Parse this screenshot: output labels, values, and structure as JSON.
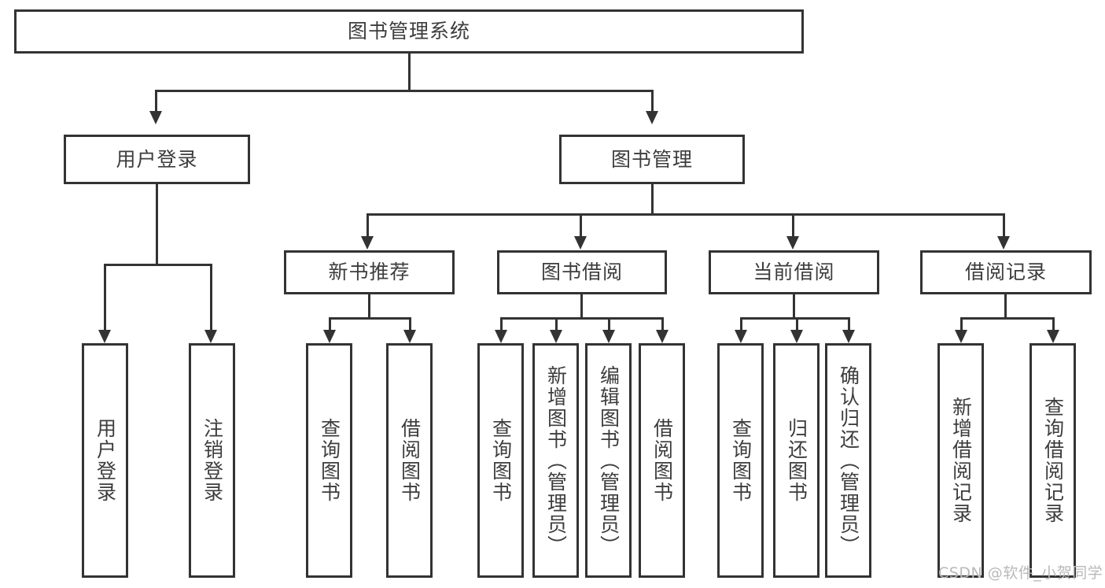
{
  "diagram": {
    "title": "图书管理系统",
    "type": "hierarchy-tree",
    "root": {
      "label": "图书管理系统"
    },
    "level2": [
      {
        "label": "用户登录"
      },
      {
        "label": "图书管理"
      }
    ],
    "level3": [
      {
        "label": "新书推荐"
      },
      {
        "label": "图书借阅"
      },
      {
        "label": "当前借阅"
      },
      {
        "label": "借阅记录"
      }
    ],
    "leaves": {
      "user_login": [
        {
          "label": "用户登录"
        },
        {
          "label": "注销登录"
        }
      ],
      "new_book_recommend": [
        {
          "label": "查询图书"
        },
        {
          "label": "借阅图书"
        }
      ],
      "book_borrow": [
        {
          "label": "查询图书"
        },
        {
          "label": "新增图书（管理员）"
        },
        {
          "label": "编辑图书（管理员）"
        },
        {
          "label": "借阅图书"
        }
      ],
      "current_borrow": [
        {
          "label": "查询图书"
        },
        {
          "label": "归还图书"
        },
        {
          "label": "确认归还（管理员）"
        }
      ],
      "borrow_record": [
        {
          "label": "新增借阅记录"
        },
        {
          "label": "查询借阅记录"
        }
      ]
    }
  },
  "watermark": {
    "text": "CSDN @软件_小贺同学"
  },
  "colors": {
    "stroke": "#333333",
    "text": "#3d3d3d",
    "background": "#ffffff",
    "watermark": "#b9b9b9"
  }
}
